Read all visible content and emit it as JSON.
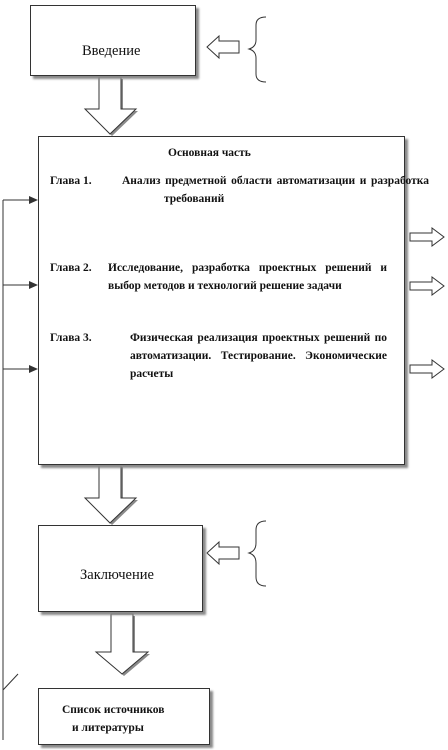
{
  "intro": {
    "title": "Введение"
  },
  "main": {
    "title": "Основная часть",
    "chapters": [
      {
        "label": "Глава 1.",
        "text": "Анализ предметной области автоматизации и разработка требований"
      },
      {
        "label": "Глава 2.",
        "text": "Исследование, разработка проектных решений и выбор методов и технологий решение задачи"
      },
      {
        "label": "Глава 3.",
        "text": "Физическая реализация проектных решений по автоматизации. Тестирование. Экономические расчеты"
      }
    ]
  },
  "conclusion": {
    "title": "Заключение"
  },
  "references": {
    "line1": "Список источников",
    "line2": "и литературы"
  }
}
